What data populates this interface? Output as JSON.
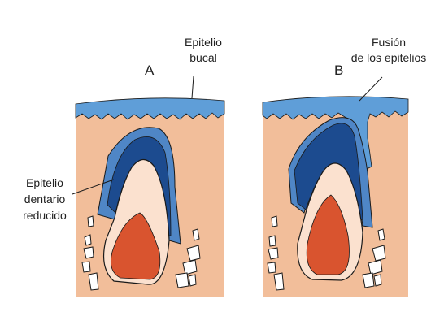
{
  "panels": [
    {
      "letter": "A",
      "label_top": [
        "Epitelio",
        "bucal"
      ],
      "label_side": [
        "Epitelio",
        "dentario",
        "reducido"
      ]
    },
    {
      "letter": "B",
      "label_top": [
        "Fusión",
        "de los epitelios"
      ]
    }
  ],
  "colors": {
    "tissue": "#f2be9a",
    "oral_epithelium": "#5f9ed8",
    "outer_epithelium": "#4f86c6",
    "enamel_layer": "#1c4b8f",
    "dentin": "#fbe1cf",
    "pulp": "#d9542f",
    "bone_fragment": "#ffffff",
    "outline": "#1a1a1a"
  }
}
